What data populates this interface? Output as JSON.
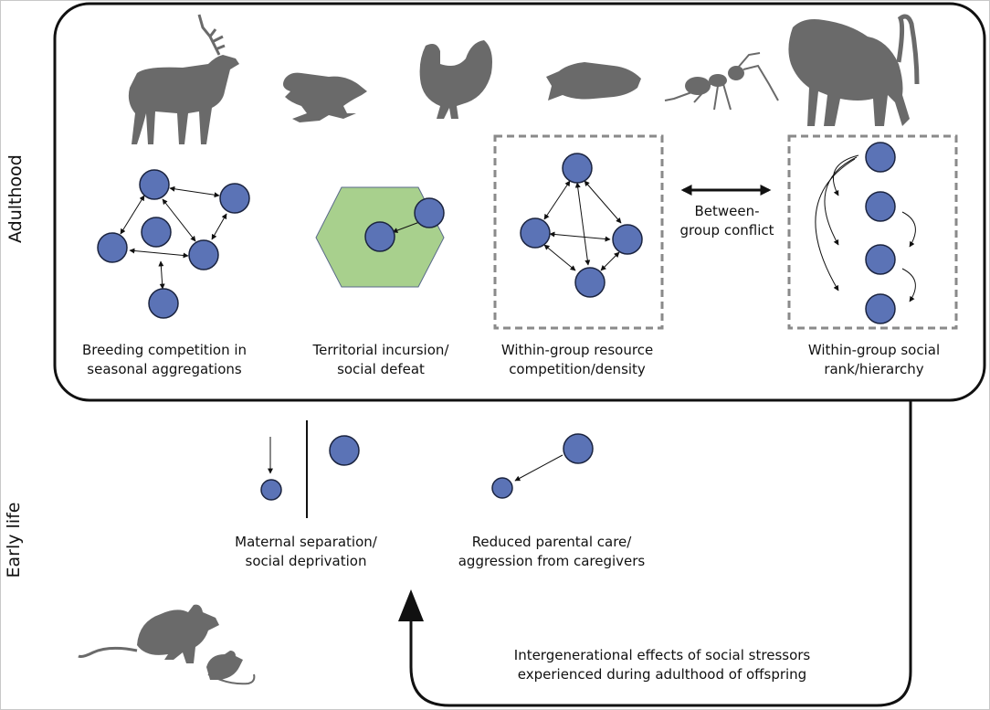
{
  "side_labels": {
    "adulthood": "Adulthood",
    "early_life": "Early life"
  },
  "labels": {
    "breeding": "Breeding competition in\nseasonal aggregations",
    "territorial": "Territorial incursion/\nsocial defeat",
    "within_group_resource": "Within-group resource\ncompetition/density",
    "between_group": "Between-\ngroup conflict",
    "social_rank": "Within-group social\nrank/hierarchy",
    "maternal_separation": "Maternal separation/\nsocial deprivation",
    "reduced_care": "Reduced parental care/\naggression from caregivers",
    "intergenerational": "Intergenerational effects of social stressors\nexperienced during adulthood of offspring"
  },
  "icons": [
    "deer-icon",
    "frog-icon",
    "grouse-icon",
    "fish-icon",
    "ant-icon",
    "baboon-icon",
    "mouse-icon"
  ],
  "colors": {
    "node_fill": "#5b73b6",
    "node_stroke": "#1b2440",
    "territory_fill": "#a8d08d",
    "silhouette": "#6a6a6a",
    "box_stroke": "#111111",
    "dashed": "#8a8a8a"
  }
}
